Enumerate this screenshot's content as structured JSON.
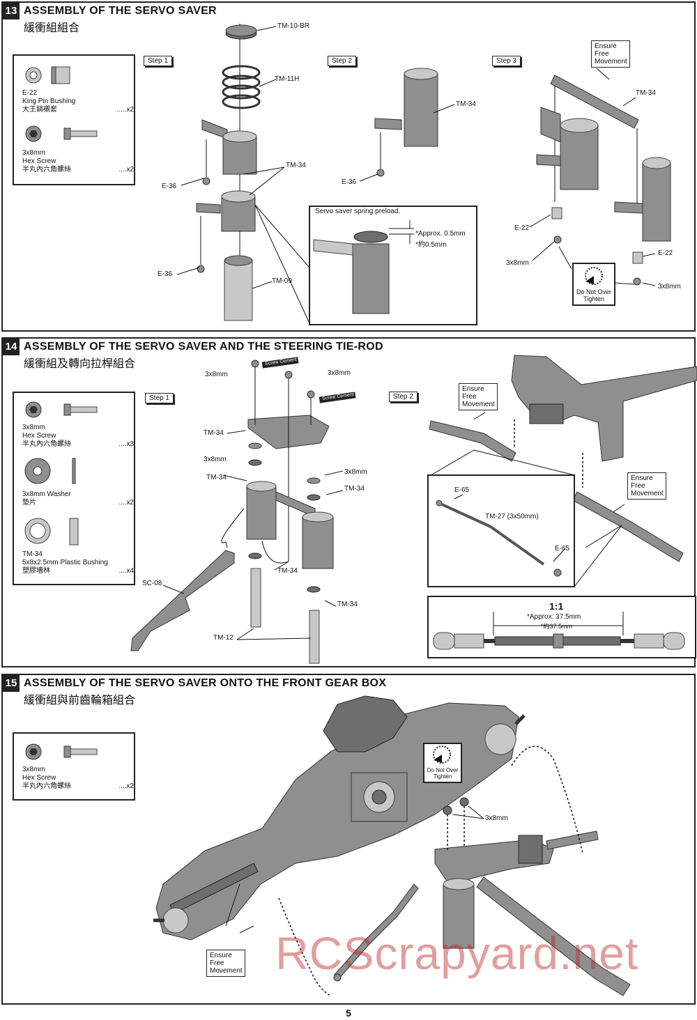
{
  "sections": [
    {
      "number": "13",
      "title": "ASSEMBLY OF THE SERVO SAVER",
      "subtitle": "緩衝組組合",
      "parts": [
        {
          "code": "E-22",
          "name": "King Pin Bushing",
          "cn": "大王銷襯套",
          "qty": ".....x2"
        },
        {
          "code": "3x8mm",
          "name": "Hex Screw",
          "cn": "半丸內六角螺絲",
          "qty": "....x2"
        }
      ],
      "steps": [
        "Step 1",
        "Step 2",
        "Step 3"
      ],
      "labels": [
        "TM-10-BR",
        "TM-11H",
        "TM-34",
        "E-36",
        "E-36",
        "TM-09",
        "TM-34",
        "E-36",
        "TM-34",
        "E-22",
        "3x8mm",
        "E-22",
        "3x8mm"
      ],
      "callout": "Ensure Free Movement",
      "detail": {
        "title": "Servo saver spring preload.",
        "approx": "*Approx. 0.5mm",
        "approx_cn": "*約0.5mm"
      },
      "caution": "Do Not Over Tighten"
    },
    {
      "number": "14",
      "title": "ASSEMBLY OF THE SERVO SAVER AND THE STEERING TIE-ROD",
      "subtitle": "緩衝組及轉向拉桿組合",
      "parts": [
        {
          "code": "3x8mm",
          "name": "Hex Screw",
          "cn": "半丸內六角螺絲",
          "qty": "....x3"
        },
        {
          "code": "3x8mm Washer",
          "name": "",
          "cn": "墊片",
          "qty": "....x2"
        },
        {
          "code": "TM-34",
          "name": "5x8x2.5mm Plastic Bushing",
          "cn": "塑膠墻林",
          "qty": "....x4"
        }
      ],
      "steps": [
        "Step 1",
        "Step 2"
      ],
      "labels": [
        "3x8mm",
        "3x8mm",
        "TM-34",
        "3x8mm",
        "TM-34",
        "3x8mm",
        "TM-34",
        "TM-34",
        "SC-08",
        "TM-12",
        "TM-34",
        "E-65",
        "TM-27 (3x50mm)",
        "E-65"
      ],
      "screw_cement": "Screw Cement",
      "callout": "Ensure Free Movement",
      "ratio": "1:1",
      "ratio_approx": "*Approx. 37.5mm",
      "ratio_approx_cn": "*約37.5mm"
    },
    {
      "number": "15",
      "title": "ASSEMBLY OF THE SERVO SAVER ONTO THE FRONT GEAR BOX",
      "subtitle": "緩衝組與前齒輪箱組合",
      "parts": [
        {
          "code": "3x8mm",
          "name": "Hex Screw",
          "cn": "半丸內六角螺絲",
          "qty": "....x2"
        }
      ],
      "labels": [
        "3x8mm"
      ],
      "callout": "Ensure Free Movement",
      "caution": "Do Not Over Tighten"
    }
  ],
  "watermark": "RCScrapyard.net",
  "page_number": "5"
}
